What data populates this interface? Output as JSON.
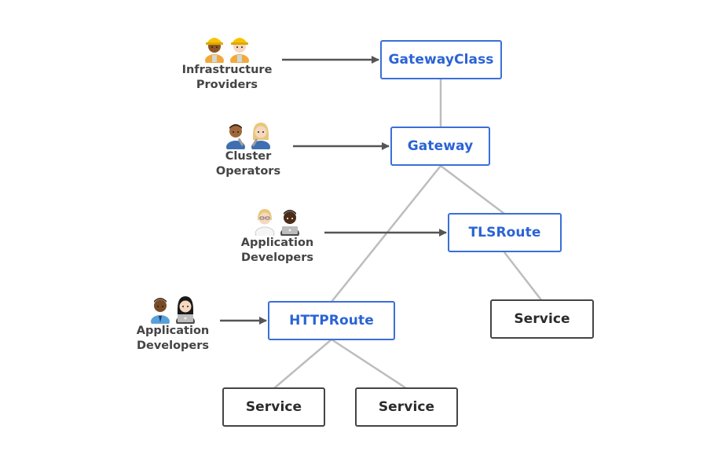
{
  "colors": {
    "accent_blue": "#2a63d4",
    "box_blue_border": "#3a6fd8",
    "box_dark_border": "#444444",
    "edge_gray": "#bdbdbd",
    "arrow_dark": "#555555",
    "label_gray": "#444444"
  },
  "nodes": {
    "gatewayclass": "GatewayClass",
    "gateway": "Gateway",
    "tlsroute": "TLSRoute",
    "httproute": "HTTPRoute",
    "service_tls": "Service",
    "service_http_left": "Service",
    "service_http_right": "Service"
  },
  "personas": {
    "infra": {
      "label": "Infrastructure\nProviders",
      "icons": [
        "construction-worker-icon",
        "construction-worker-icon"
      ]
    },
    "operators": {
      "label": "Cluster\nOperators",
      "icons": [
        "mechanic-icon",
        "mechanic-icon"
      ]
    },
    "appdev_tls": {
      "label": "Application\nDevelopers",
      "icons": [
        "scientist-icon",
        "technologist-icon"
      ]
    },
    "appdev_http": {
      "label": "Application\nDevelopers",
      "icons": [
        "office-worker-icon",
        "technologist-icon"
      ]
    }
  }
}
